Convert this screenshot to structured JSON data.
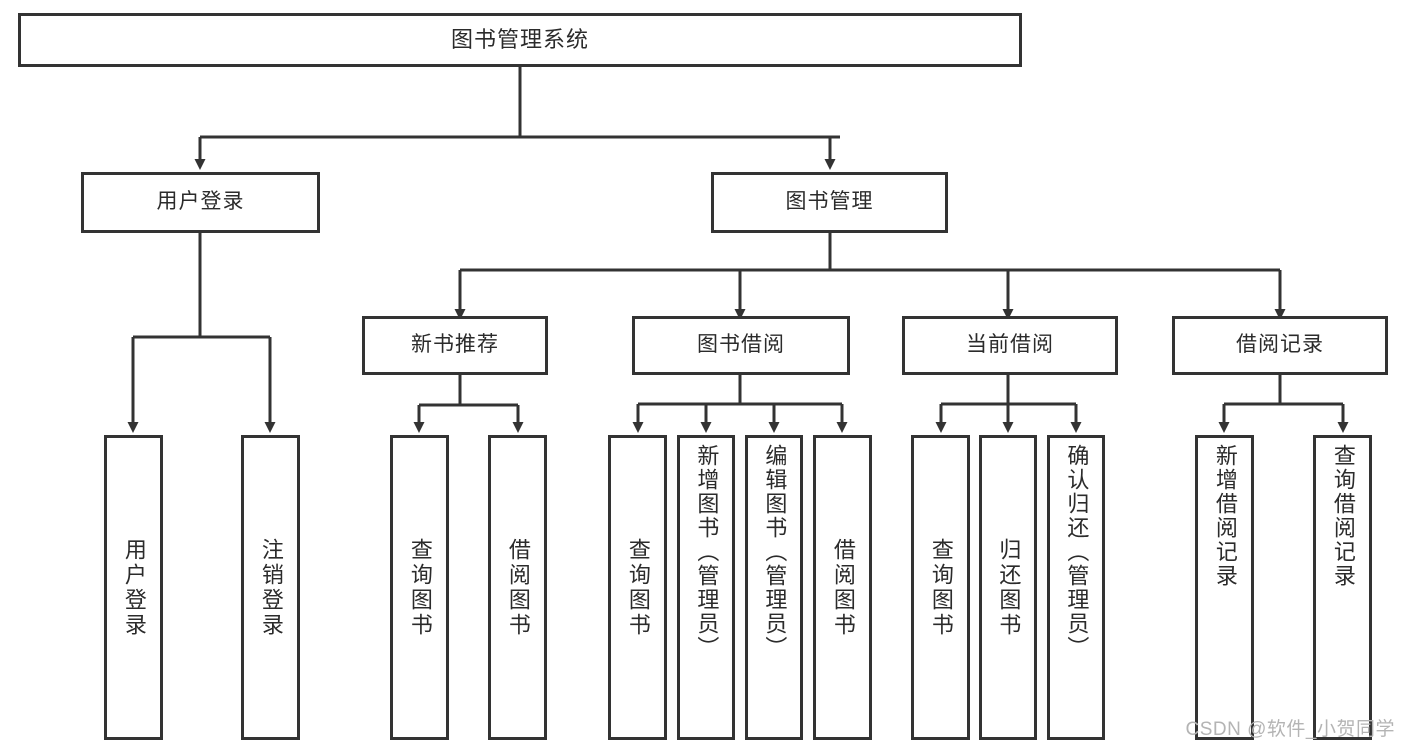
{
  "diagram": {
    "type": "tree-hierarchy",
    "title": "图书管理系统",
    "colors": {
      "box_border": "#333333",
      "box_fill": "#ffffff",
      "text": "#2b2b2b",
      "connector": "#333333",
      "watermark": "#b4b4b4",
      "background": "#ffffff"
    },
    "root": {
      "label": "图书管理系统"
    },
    "level2": [
      {
        "id": "user-login",
        "label": "用户登录"
      },
      {
        "id": "book-manage",
        "label": "图书管理"
      }
    ],
    "level3": [
      {
        "id": "new-book-recommend",
        "label": "新书推荐",
        "parent": "book-manage"
      },
      {
        "id": "book-borrow",
        "label": "图书借阅",
        "parent": "book-manage"
      },
      {
        "id": "current-borrow",
        "label": "当前借阅",
        "parent": "book-manage"
      },
      {
        "id": "borrow-record",
        "label": "借阅记录",
        "parent": "book-manage"
      }
    ],
    "leaves": [
      {
        "id": "leaf-user-login",
        "label": "用户登录",
        "parent": "user-login"
      },
      {
        "id": "leaf-user-logout",
        "label": "注销登录",
        "parent": "user-login"
      },
      {
        "id": "leaf-query-book-1",
        "label": "查询图书",
        "parent": "new-book-recommend"
      },
      {
        "id": "leaf-borrow-book-1",
        "label": "借阅图书",
        "parent": "new-book-recommend"
      },
      {
        "id": "leaf-query-book-2",
        "label": "查询图书",
        "parent": "book-borrow"
      },
      {
        "id": "leaf-add-book",
        "label": "新增图书（管理员）",
        "parent": "book-borrow"
      },
      {
        "id": "leaf-edit-book",
        "label": "编辑图书（管理员）",
        "parent": "book-borrow"
      },
      {
        "id": "leaf-borrow-book-2",
        "label": "借阅图书",
        "parent": "book-borrow"
      },
      {
        "id": "leaf-query-book-3",
        "label": "查询图书",
        "parent": "current-borrow"
      },
      {
        "id": "leaf-return-book",
        "label": "归还图书",
        "parent": "current-borrow"
      },
      {
        "id": "leaf-confirm-return",
        "label": "确认归还（管理员）",
        "parent": "current-borrow"
      },
      {
        "id": "leaf-add-record",
        "label": "新增借阅记录",
        "parent": "borrow-record"
      },
      {
        "id": "leaf-query-record",
        "label": "查询借阅记录",
        "parent": "borrow-record"
      }
    ]
  },
  "watermark": {
    "text": "CSDN @软件_小贺同学"
  }
}
